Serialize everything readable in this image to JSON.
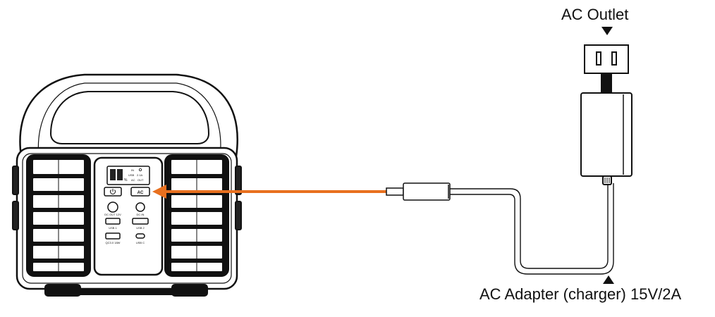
{
  "labels": {
    "outlet": "AC Outlet",
    "adapter": "AC Adapter (charger) 15V/2A"
  },
  "device": {
    "display_in": "IN",
    "display_usb": "USB",
    "display_ac": "AC",
    "display_out": "OUT",
    "display_pct": "%",
    "display_val": "2.1A",
    "ac_button": "AC",
    "dc_out": "DC OUT 12V",
    "dc_in": "DC IN",
    "usb1": "USB 1",
    "usb2": "USB 2",
    "qc": "QC3.0 18W",
    "usbc": "USB C"
  },
  "colors": {
    "arrow": "#E8701F",
    "outline": "#111111"
  },
  "icons": {
    "power": "power-icon",
    "outlet_arrow": "down-triangle-icon",
    "adapter_arrow": "up-triangle-icon"
  }
}
